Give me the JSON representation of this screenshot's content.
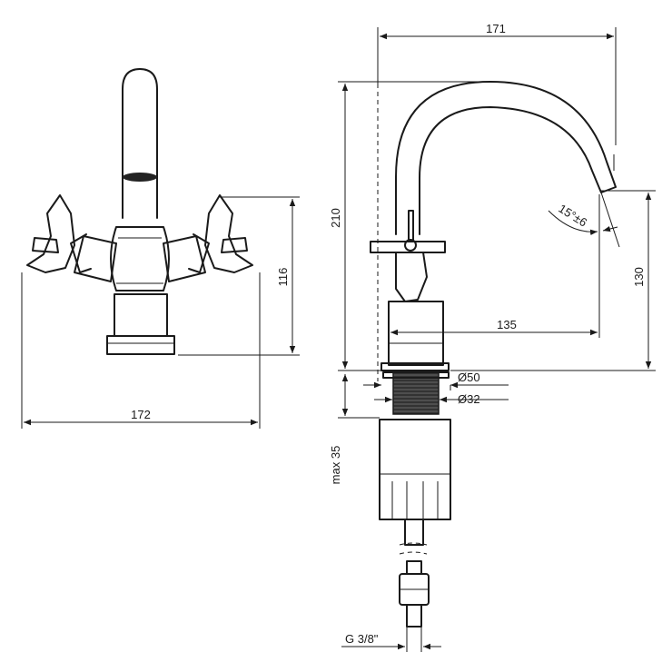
{
  "dimensions": {
    "front_width": "172",
    "front_height": "116",
    "side_reach_total": "171",
    "side_height": "210",
    "spout_height": "130",
    "spout_reach": "135",
    "angle": "15°±6",
    "base_diameter": "Ø50",
    "thread_diameter": "Ø32",
    "max_thickness": "max 35",
    "connection": "G 3/8\""
  },
  "icons": {
    "arrow": "dimension-arrow-icon"
  }
}
